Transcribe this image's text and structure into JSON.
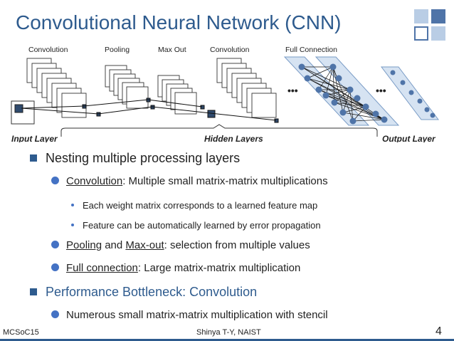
{
  "title": "Convolutional Neural Network (CNN)",
  "colors": {
    "accent": "#2e5b8e",
    "deco_dark": "#4f74a8",
    "deco_light": "#b9cde5",
    "node": "#4f74a8",
    "bullet": "#4472c4"
  },
  "diagram": {
    "phase_labels": [
      "Convolution",
      "Pooling",
      "Max Out",
      "Convolution",
      "Full Connection"
    ],
    "layer_labels": {
      "input": "Input Layer",
      "hidden": "Hidden Layers",
      "output": "Output Layer"
    },
    "ellipsis": "•••"
  },
  "bullets": [
    {
      "text": "Nesting multiple processing layers"
    },
    {
      "sub": [
        {
          "link": "Convolution",
          "rest": ": Multiple small matrix-matrix multiplications"
        },
        {
          "subsub": [
            "Each weight matrix corresponds to a learned feature map",
            "Feature can be automatically learned by error propagation"
          ]
        },
        {
          "link": "Pooling",
          "mid": " and ",
          "link2": "Max-out",
          "rest": ": selection from multiple values"
        },
        {
          "link": "Full connection",
          "rest": ": Large matrix-matrix multiplication"
        }
      ]
    },
    {
      "text": "Performance Bottleneck: Convolution"
    },
    {
      "sub2": "Numerous small matrix-matrix multiplication with stencil"
    }
  ],
  "text": {
    "b1": "Nesting multiple processing layers",
    "conv_link": "Convolution",
    "conv_rest": ": Multiple small matrix-matrix multiplications",
    "ss1": "Each weight matrix corresponds to a learned feature map",
    "ss2": "Feature can be automatically learned by error propagation",
    "pool_link": "Pooling",
    "pool_mid": " and ",
    "maxout_link": "Max-out",
    "pool_rest": ": selection from multiple values",
    "fc_link": "Full connection",
    "fc_rest": ": Large matrix-matrix multiplication",
    "b2": "Performance Bottleneck: Convolution",
    "b2_sub": "Numerous small matrix-matrix multiplication with stencil"
  },
  "footer": {
    "left": "MCSoC15",
    "center": "Shinya T-Y, NAIST",
    "page": "4"
  }
}
